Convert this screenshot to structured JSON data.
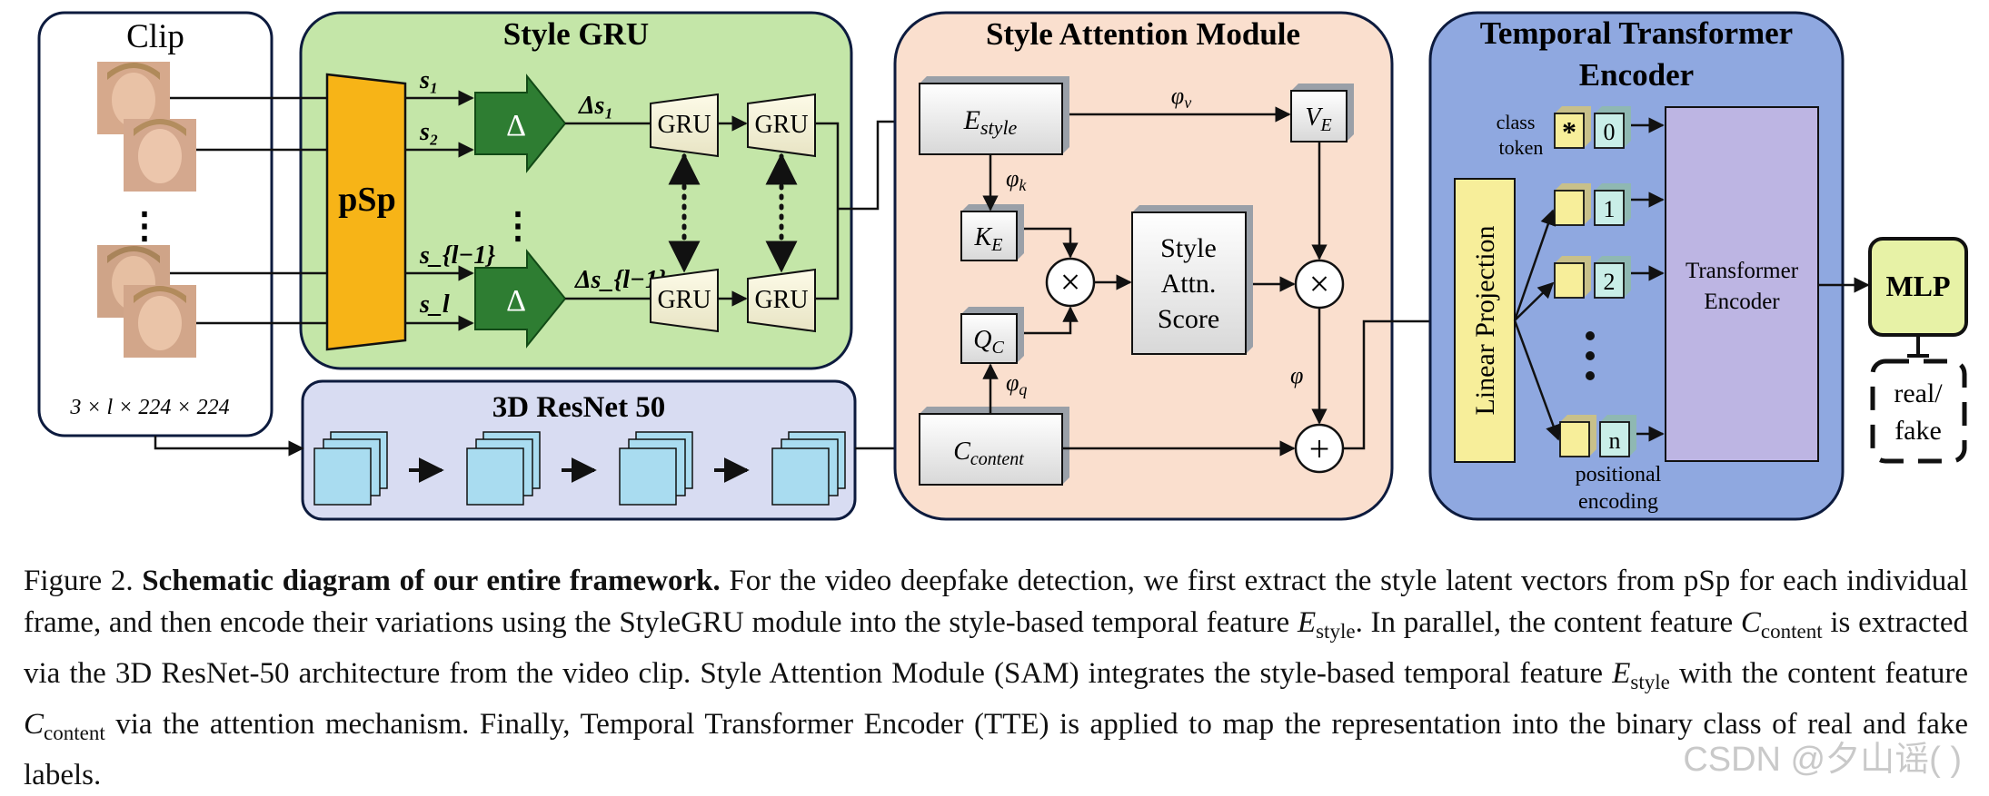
{
  "diagram": {
    "clip": {
      "title": "Clip",
      "dims": "3 × l × 224 × 224",
      "ellipsis": "⋮",
      "frames": [
        "face-frame-1",
        "face-frame-2",
        "face-frame-3",
        "face-frame-4"
      ]
    },
    "style_gru": {
      "title": "Style GRU",
      "psp": "pSp",
      "inputs": [
        "s₁",
        "s₂",
        "s_{l−1}",
        "s_l"
      ],
      "delta_symbol": "Δ",
      "delta_outputs": [
        "Δs₁",
        "Δs_{l−1}"
      ],
      "gru_label": "GRU"
    },
    "resnet": {
      "title": "3D ResNet 50"
    },
    "sam": {
      "title": "Style Attention Module",
      "e_style": "E_style",
      "k_e": "K_E",
      "q_c": "Q_C",
      "v_e": "V_E",
      "c_content": "C_content",
      "phi_v": "φ_v",
      "phi_k": "φ_k",
      "phi_q": "φ_q",
      "phi": "φ",
      "score_lines": [
        "Style",
        "Attn.",
        "Score"
      ],
      "times": "×",
      "plus": "+"
    },
    "tte": {
      "title_line1": "Temporal Transformer",
      "title_line2": "Encoder",
      "class_token_line1": "class",
      "class_token_line2": "token",
      "star": "*",
      "linear_projection": "Linear Projection",
      "indices": [
        "0",
        "1",
        "2",
        "n"
      ],
      "transformer_line1": "Transformer",
      "transformer_line2": "Encoder",
      "positional_line1": "positional",
      "positional_line2": "encoding"
    },
    "mlp": "MLP",
    "output_line1": "real/",
    "output_line2": "fake"
  },
  "caption": {
    "prefix": "Figure 2.",
    "bold_title": "Schematic diagram of our entire framework.",
    "part1": "For the video deepfake detection, we first extract the style latent vectors from pSp for each individual frame, and then encode their variations using the StyleGRU module into the style-based temporal feature",
    "part2": ". In parallel, the content feature",
    "part3": "is extracted via the 3D ResNet-50 architecture from the video clip. Style Attention Module (SAM) integrates the style-based temporal feature",
    "part4": "with the content feature",
    "part5": "via the attention mechanism. Finally, Temporal Transformer Encoder (TTE) is applied to map the representation into the binary class of real and fake labels.",
    "E": "E",
    "C": "C",
    "style_sub": "style",
    "content_sub": "content"
  },
  "watermark": "CSDN @夕山谣(      )",
  "colors": {
    "style_gru_bg": "#c4e6a8",
    "sam_bg": "#fadfce",
    "tte_bg": "#8fa8e0",
    "resnet_bg": "#d8dcf2",
    "psp": "#f7b417",
    "delta": "#2e7d32",
    "linear_projection": "#f7ee9a",
    "transformer": "#bdb5e3",
    "mlp": "#e7f2a6",
    "token": "#f7ee9a",
    "index": "#c9eee8",
    "cube": "#a9dcf0"
  }
}
